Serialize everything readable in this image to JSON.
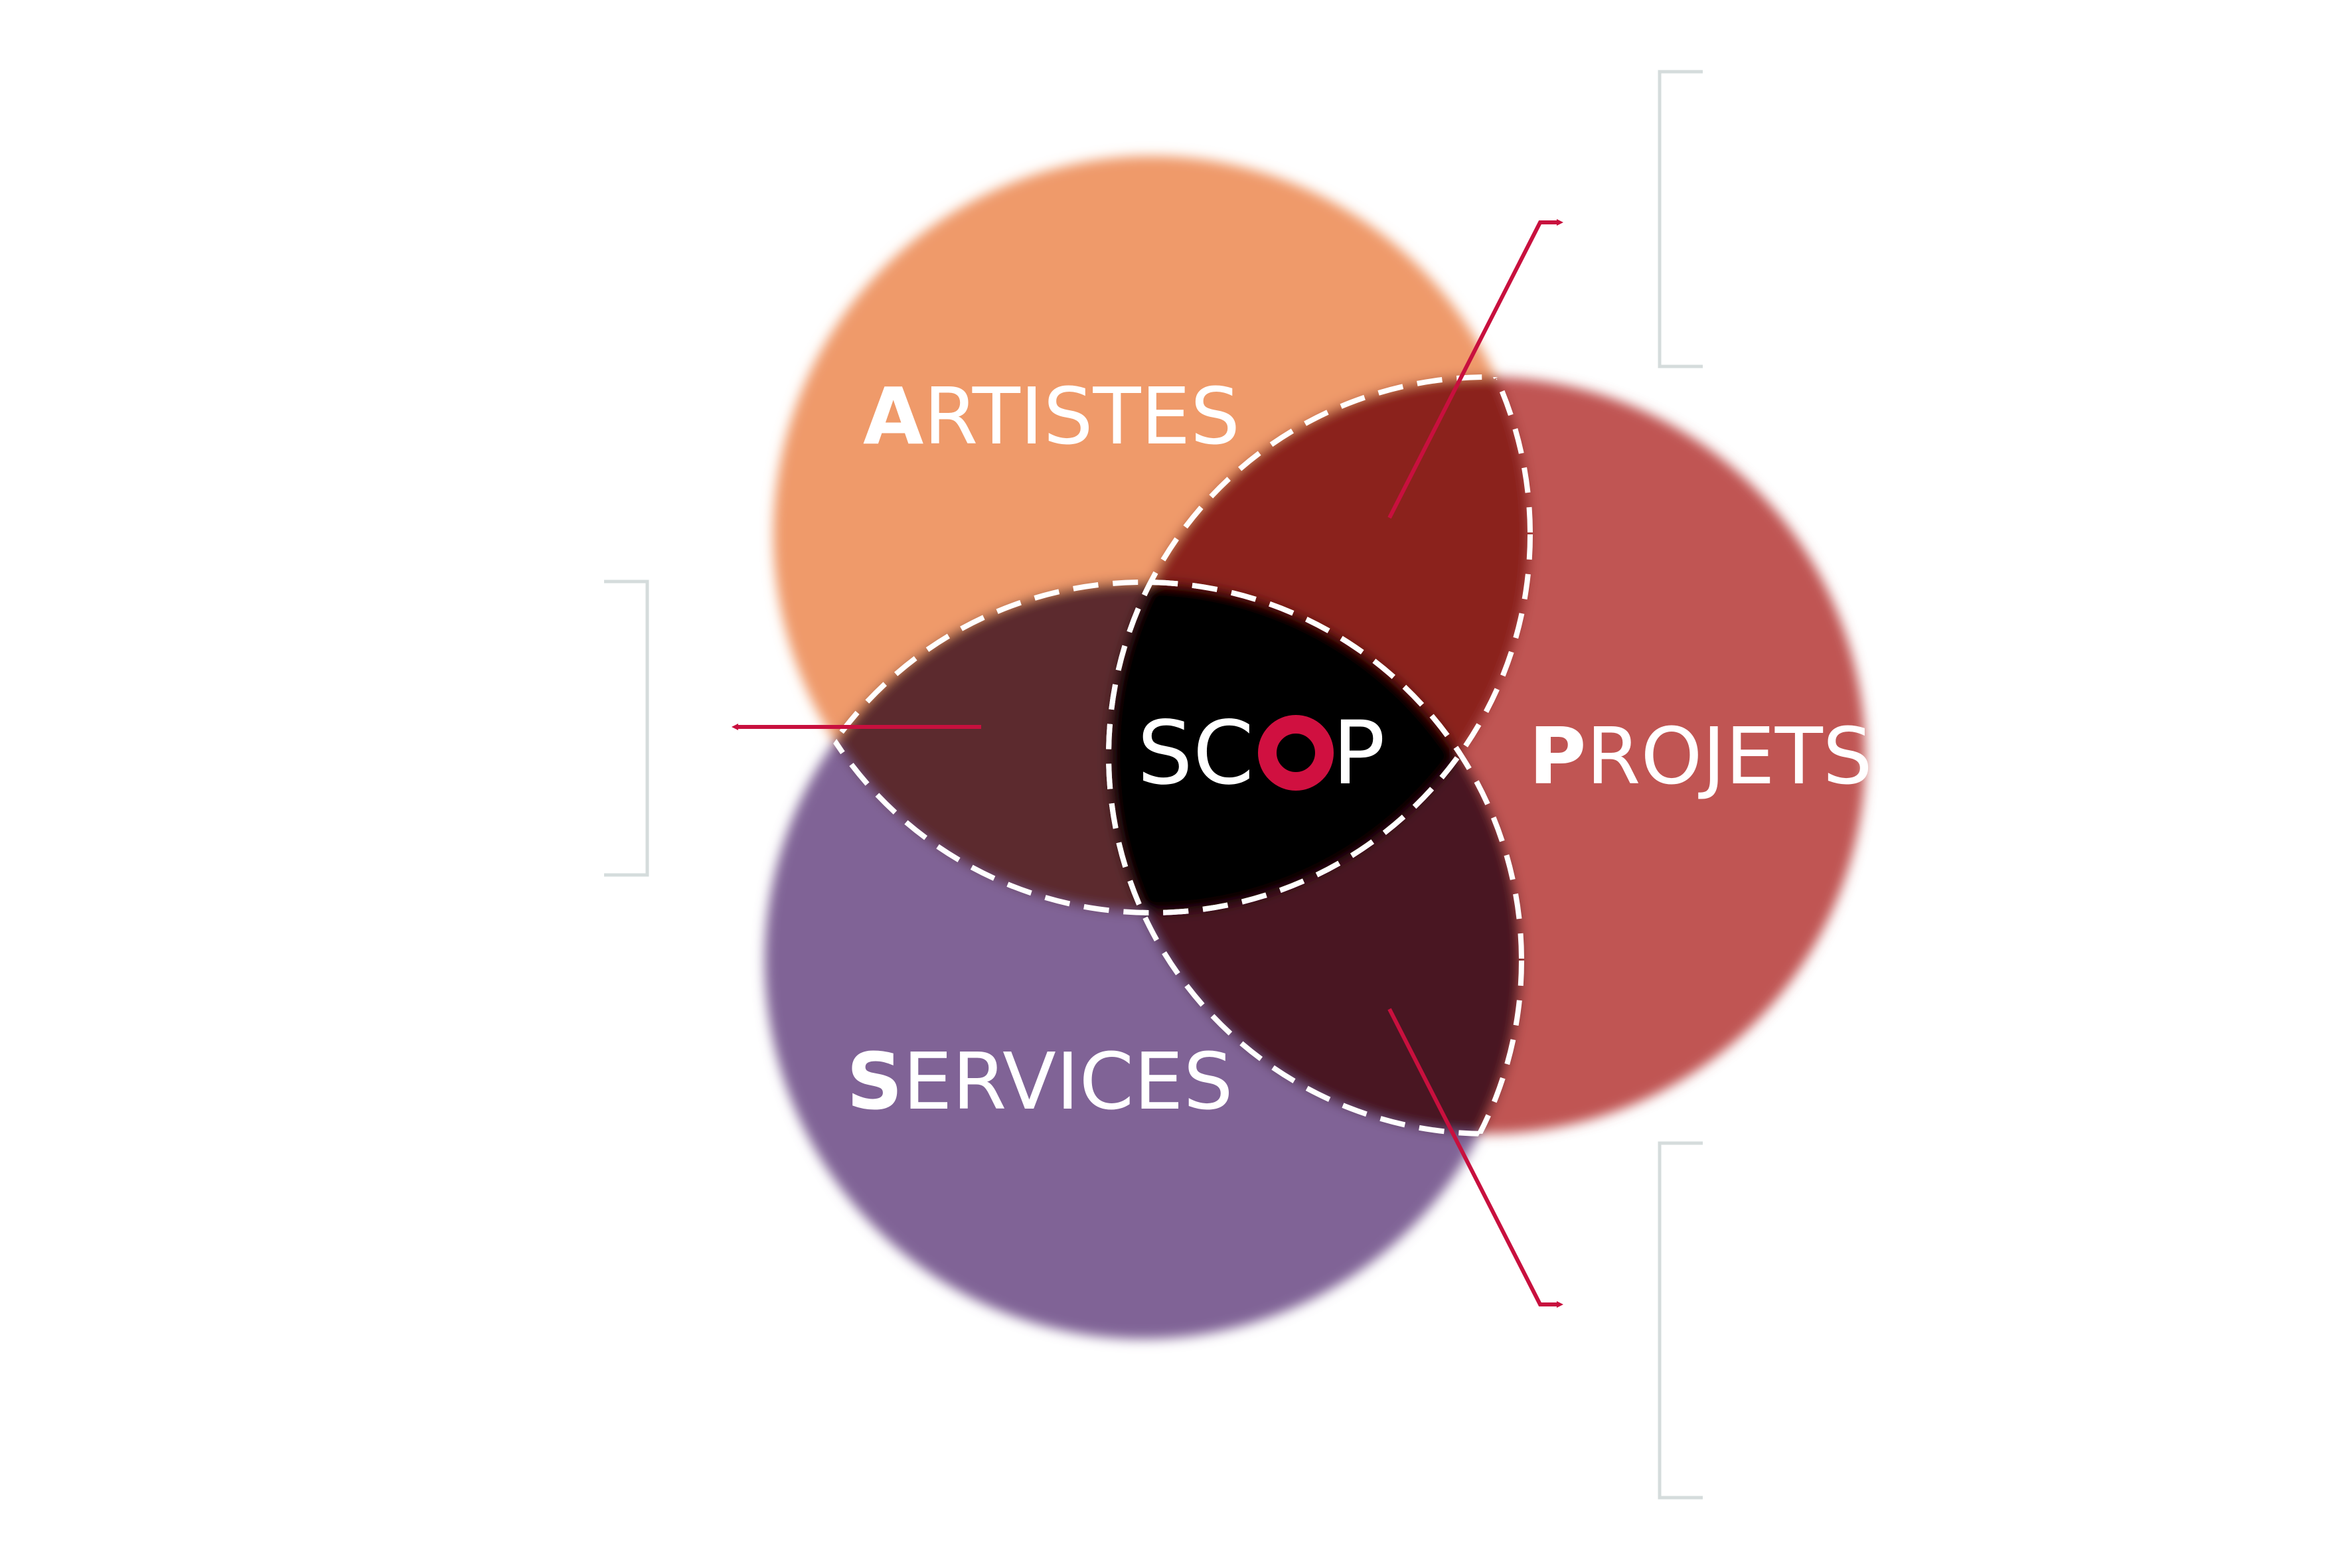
{
  "diagram": {
    "circles": {
      "artistes": {
        "initial": "A",
        "rest": "RTISTES",
        "color": "#ef9a6a"
      },
      "projets": {
        "initial": "P",
        "rest": "ROJETS",
        "color": "#c05452"
      },
      "services": {
        "initial": "S",
        "rest": "ERVICES",
        "color": "#806496"
      }
    },
    "overlaps": {
      "artistes_projets": {
        "color": "#8b241d"
      },
      "artistes_services": {
        "color": "#5c2a2f"
      },
      "projets_services": {
        "color": "#4a1823"
      }
    },
    "center": {
      "pre": "SC",
      "ring": "O",
      "post": "P",
      "color": "#000000",
      "ring_color": "#d01040"
    },
    "accent_color": "#c8103e",
    "bracket_color": "#d5dcdc",
    "dash_color": "#ffffff"
  }
}
